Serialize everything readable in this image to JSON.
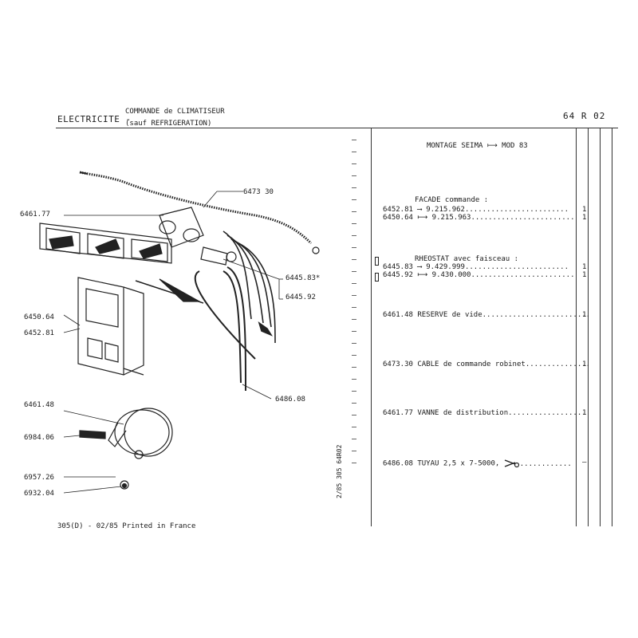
{
  "header": {
    "section": "ELECTRICITE -",
    "title_line1": "COMMANDE de CLIMATISEUR",
    "title_line2": "(sauf REFRIGERATION)",
    "page_code": "64  R 02"
  },
  "montage": "MONTAGE SEIMA ⟼ MOD 83",
  "diagram_callouts": {
    "c6473": "6473 30",
    "c6461_77": "6461.77",
    "c6445_83": "6445.83*",
    "c6445_92": "6445.92",
    "c6450_64": "6450.64",
    "c6452_81": "6452.81",
    "c6486": "6486.08",
    "c6461_48": "6461.48",
    "c6984": "6984.06",
    "c6957": "6957.26",
    "c6932": "6932.04"
  },
  "parts": {
    "facade_title": "FACADE commande :",
    "facade_1_ref": "6452.81",
    "facade_1_num": "⟶ 9.215.962",
    "facade_1_qty": "1",
    "facade_2_ref": "6450.64",
    "facade_2_num": "⟼ 9.215.963",
    "facade_2_qty": "1",
    "rheo_title": "RHEOSTAT avec faisceau :",
    "rheo_1_ref": "6445.83",
    "rheo_1_num": "⟶ 9.429.999",
    "rheo_1_qty": "1",
    "rheo_2_ref": "6445.92",
    "rheo_2_num": "⟼ 9.430.000",
    "rheo_2_qty": "1",
    "p6461_48": "6461.48 RESERVE de vide",
    "p6461_48_qty": "1",
    "p6473_30": "6473.30 CABLE de commande robinet",
    "p6473_30_qty": "1",
    "p6461_77": "6461.77 VANNE de distribution",
    "p6461_77_qty": "1",
    "p6486_08": "6486.08 TUYAU 2,5 x 7-5000,",
    "p6486_08_qty": "–",
    "scissors_icon": "scissors-icon"
  },
  "side_note": "2/85   305   64R02",
  "footer": "305(D) - 02/85 Printed in France"
}
